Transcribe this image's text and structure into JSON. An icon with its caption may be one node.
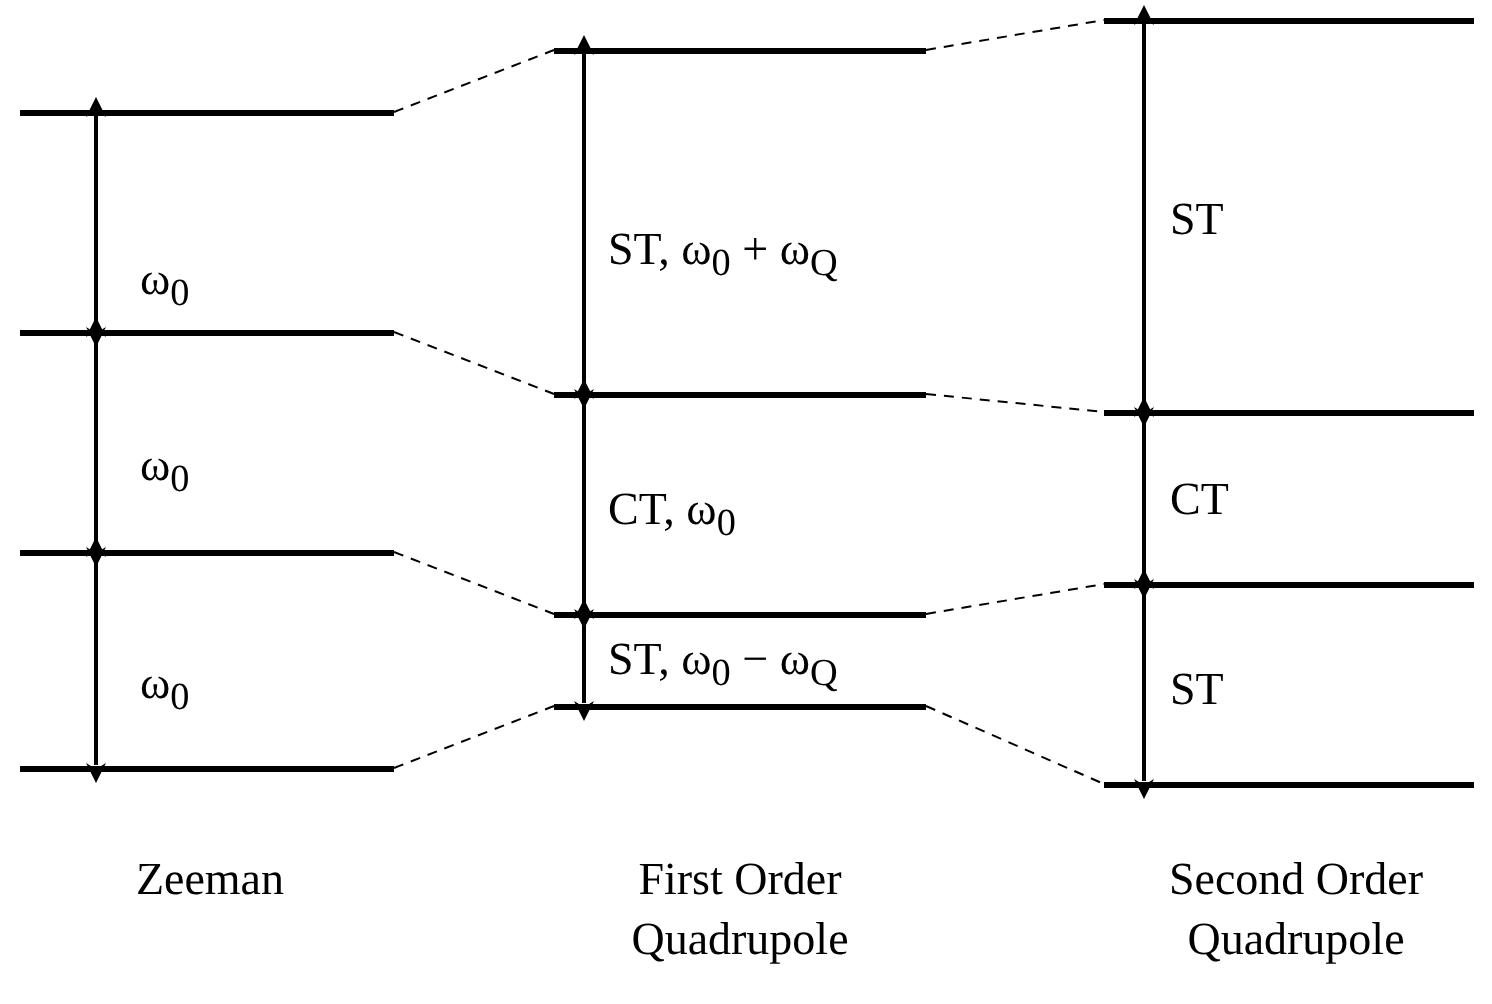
{
  "diagram": {
    "nodes": [
      {
        "text": [],
        "shape": "bar"
      },
      {
        "text": [],
        "shape": "bar"
      },
      {
        "text": [],
        "shape": "bar"
      },
      {
        "text": [],
        "shape": "bar"
      },
      {
        "text": [],
        "shape": "bar"
      },
      {
        "text": [],
        "shape": "bar"
      },
      {
        "text": [],
        "shape": "bar"
      },
      {
        "text": [],
        "shape": "bar"
      },
      {
        "text": [],
        "shape": "bar"
      },
      {
        "text": [],
        "shape": "bar"
      },
      {
        "text": [],
        "shape": "bar"
      },
      {
        "text": [],
        "shape": "bar"
      }
    ],
    "edges": [
      {
        "from": 0,
        "to": 1,
        "arrow": "both",
        "label": "ω$_{0}$"
      },
      {
        "from": 1,
        "to": 2,
        "arrow": "both",
        "label": "ω$_{0}$"
      },
      {
        "from": 2,
        "to": 3,
        "arrow": "both",
        "label": "ω$_{0}$"
      },
      {
        "from": 4,
        "to": 5,
        "arrow": "both",
        "label": "ST, ω$_{0}$ + ω$_{Q}$"
      },
      {
        "from": 5,
        "to": 6,
        "arrow": "both",
        "label": "CT, ω$_{0}$"
      },
      {
        "from": 6,
        "to": 7,
        "arrow": "both",
        "label": "ST, ω$_{0}$ − ω$_{Q}$"
      },
      {
        "from": 8,
        "to": 9,
        "arrow": "both",
        "label": "ST"
      },
      {
        "from": 9,
        "to": 10,
        "arrow": "both",
        "label": "CT"
      },
      {
        "from": 10,
        "to": 11,
        "arrow": "both",
        "label": "ST"
      },
      {
        "from": 0,
        "to": 4,
        "arrow": "none",
        "style": "dashed"
      },
      {
        "from": 1,
        "to": 5,
        "arrow": "none",
        "style": "dashed"
      },
      {
        "from": 2,
        "to": 6,
        "arrow": "none",
        "style": "dashed"
      },
      {
        "from": 3,
        "to": 7,
        "arrow": "none",
        "style": "dashed"
      },
      {
        "from": 4,
        "to": 8,
        "arrow": "none",
        "style": "dashed"
      },
      {
        "from": 5,
        "to": 9,
        "arrow": "none",
        "style": "dashed"
      },
      {
        "from": 6,
        "to": 10,
        "arrow": "none",
        "style": "dashed"
      },
      {
        "from": 7,
        "to": 11,
        "arrow": "none",
        "style": "dashed"
      }
    ],
    "labels": [
      "Zeeman",
      "First Order Quadrupole",
      "Second Order Quadrupole"
    ]
  }
}
